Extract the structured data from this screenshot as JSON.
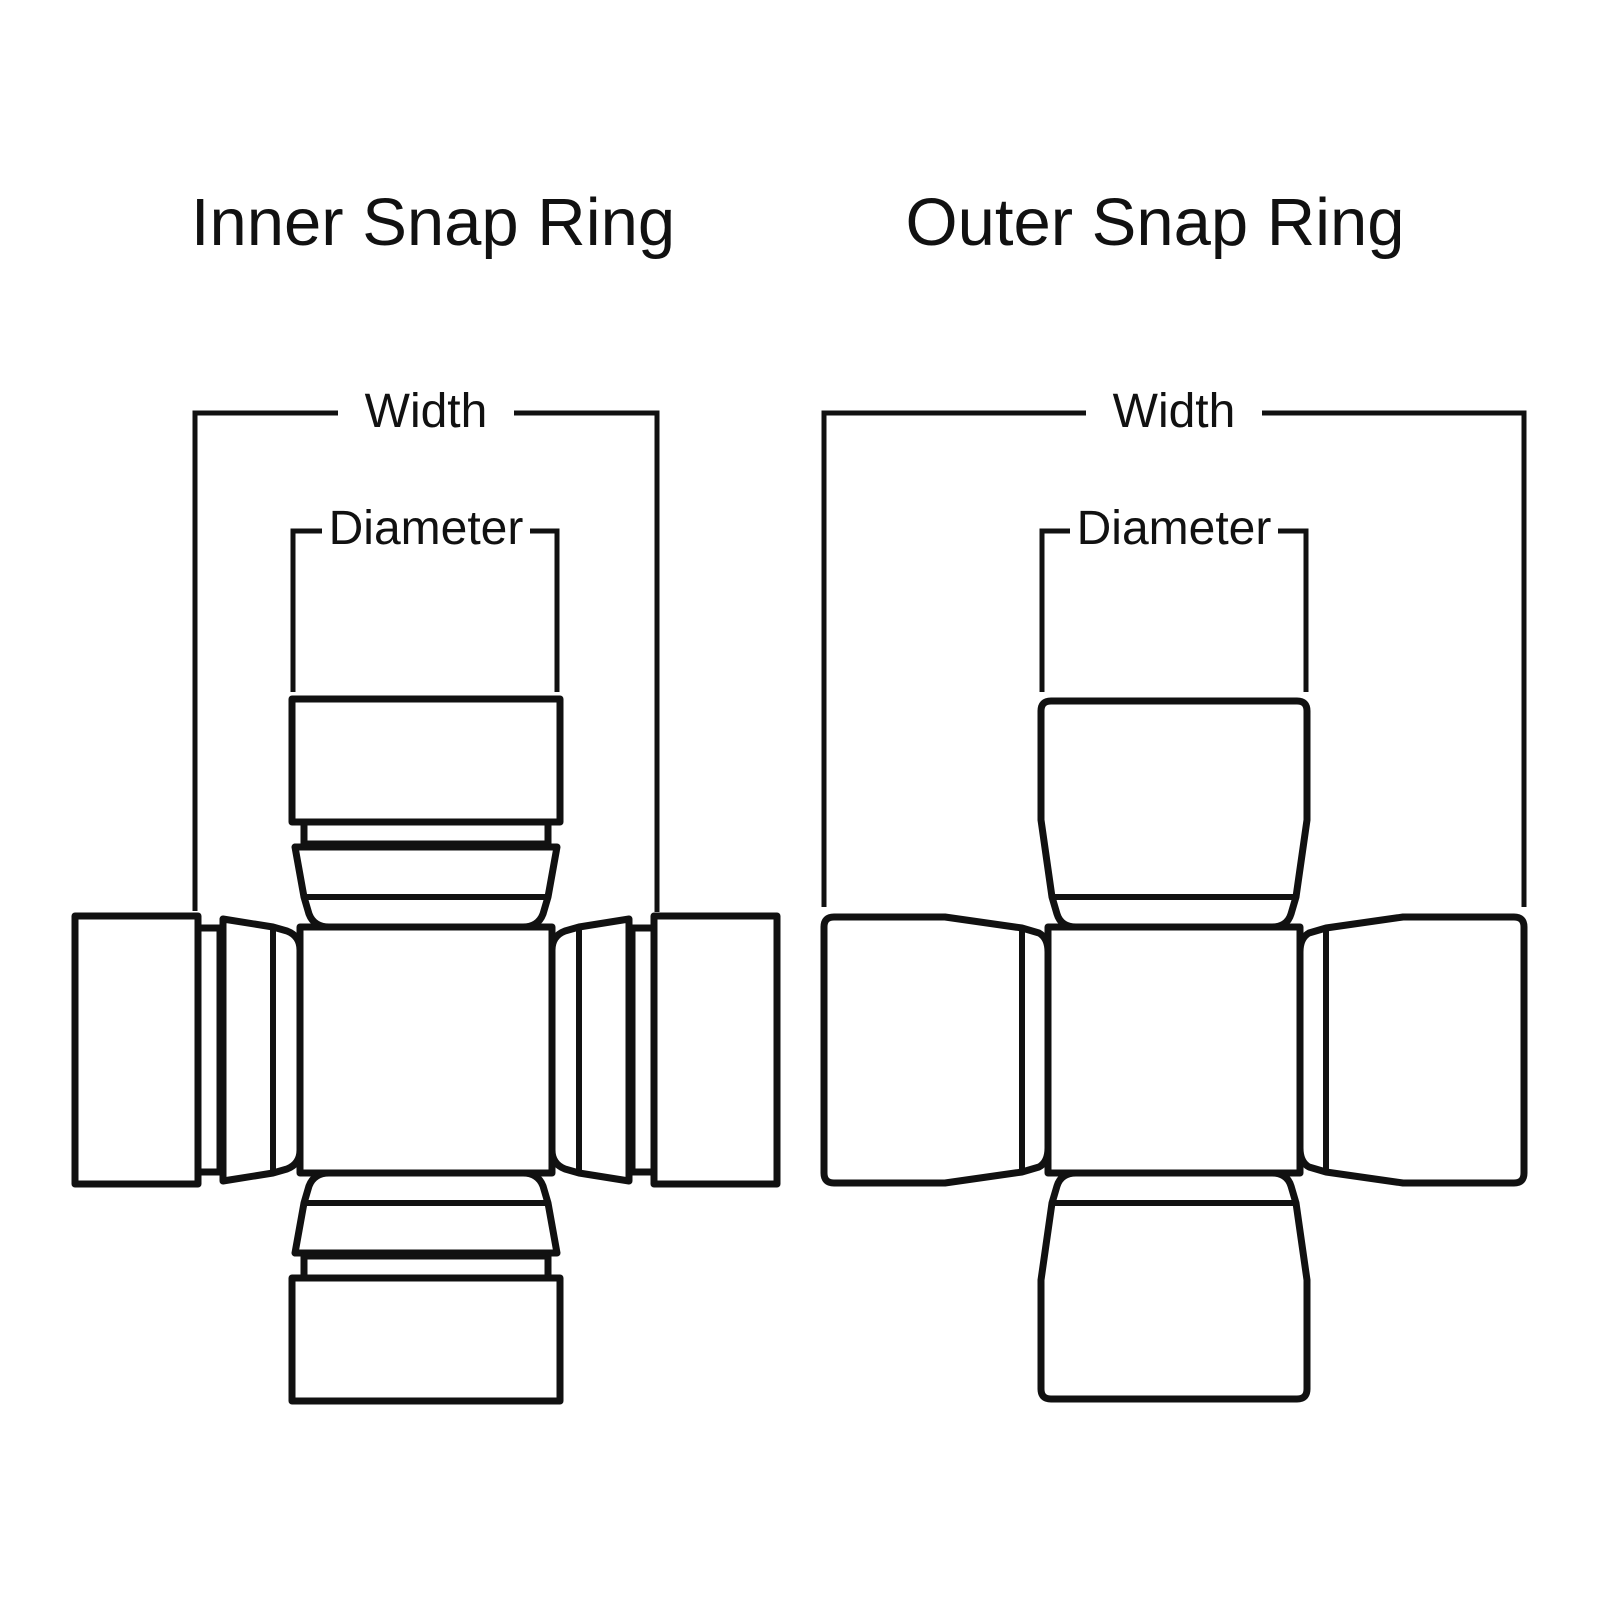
{
  "page": {
    "background": "#ffffff",
    "ink": "#111111",
    "description": "Universal joint snap ring style comparison line diagram"
  },
  "figure": {
    "diagrams": [
      {
        "id": "inner-snap-ring",
        "title": "Inner Snap Ring",
        "width_label": "Width",
        "diameter_label": "Diameter"
      },
      {
        "id": "outer-snap-ring",
        "title": "Outer Snap Ring",
        "width_label": "Width",
        "diameter_label": "Diameter"
      }
    ]
  }
}
